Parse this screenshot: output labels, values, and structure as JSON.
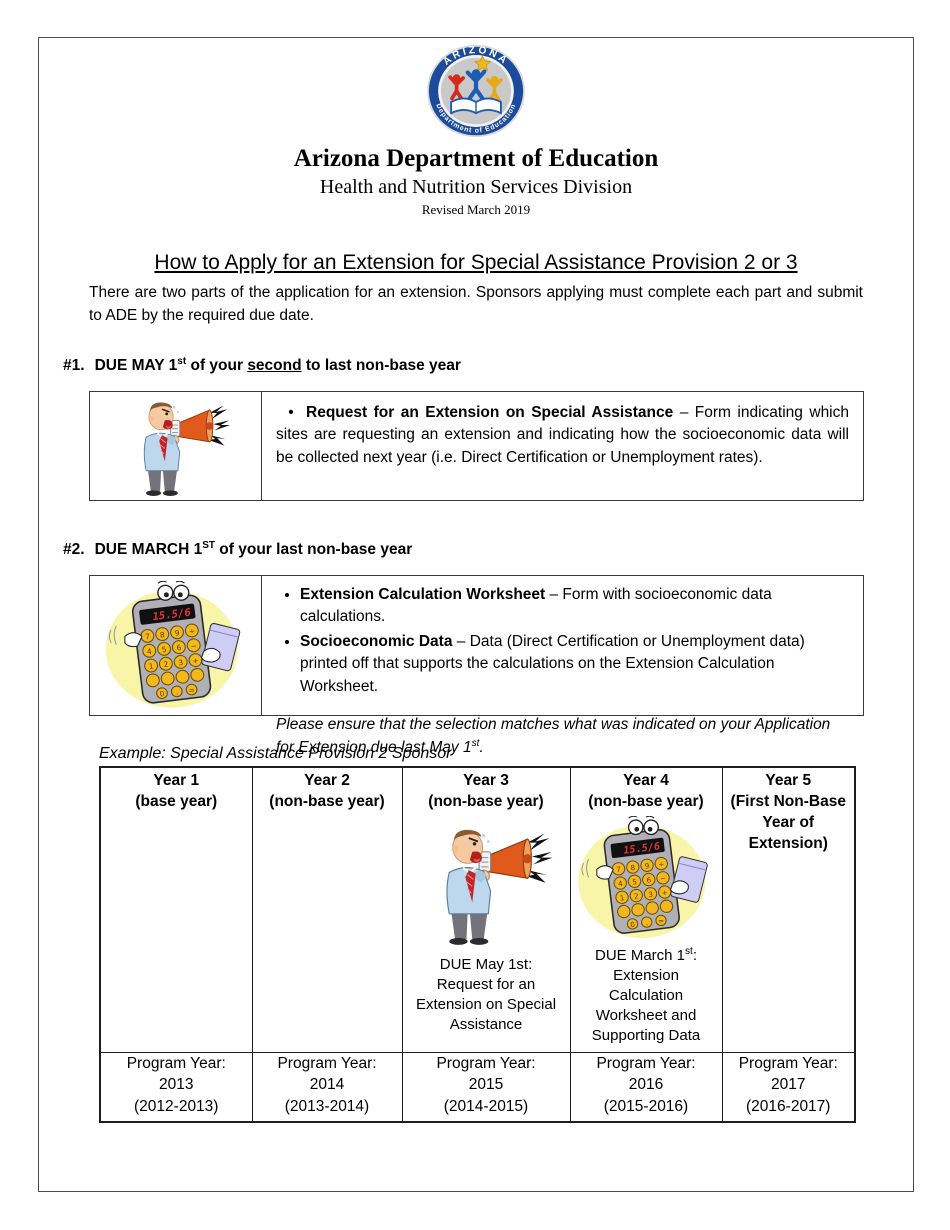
{
  "logo": {
    "arc_top": "ARIZONA",
    "arc_bottom": "Department of Education"
  },
  "header": {
    "org": "Arizona Department of Education",
    "division": "Health and Nutrition Services Division",
    "revised": "Revised March 2019"
  },
  "intro": {
    "title": "How to Apply for an Extension for Special Assistance Provision 2 or 3",
    "body": "There are two parts of the application for an extension. Sponsors applying must complete each part and submit to ADE by the required due date."
  },
  "section1": {
    "num": "#1.",
    "heading_pre": "DUE MAY 1",
    "heading_sup": "st",
    "heading_mid": " of your ",
    "heading_underline": "second",
    "heading_post": " to last non-base year",
    "image": "megaphone-man",
    "bullet": "•",
    "item_bold": "Request for an Extension on Special Assistance",
    "item_rest": " – Form indicating which sites are requesting an extension and indicating how the socioeconomic data will be collected next year (i.e. Direct Certification or Unemployment rates)."
  },
  "section2": {
    "num": "#2.",
    "heading_pre": "DUE MARCH 1",
    "heading_sup": "ST",
    "heading_post": " of your last non-base year",
    "image": "calculator-with-notepad",
    "items": [
      {
        "bold": "Extension Calculation Worksheet",
        "rest": " – Form with socioeconomic data calculations."
      },
      {
        "bold": "Socioeconomic Data",
        "rest": " –  Data (Direct Certification or Unemployment data) printed off that supports the calculations on the Extension Calculation Worksheet."
      }
    ],
    "note_pre": "Please ensure that the selection matches what was indicated on your Application for Extension due last May 1",
    "note_sup": "st",
    "note_post": "."
  },
  "example": {
    "caption": "Example: Special Assistance Provision 2 Sponsor",
    "columns": [
      {
        "year": "Year 1",
        "type": "(base year)",
        "program_label": "Program Year:",
        "program_year": "2013",
        "program_range": "(2012-2013)"
      },
      {
        "year": "Year 2",
        "type": "(non-base year)",
        "program_label": "Program Year:",
        "program_year": "2014",
        "program_range": "(2013-2014)"
      },
      {
        "year": "Year 3",
        "type": "(non-base year)",
        "image": "megaphone-man",
        "due_lines": [
          "DUE May 1st:",
          "Request for an",
          "Extension on Special",
          "Assistance"
        ],
        "program_label": "Program Year:",
        "program_year": "2015",
        "program_range": "(2014-2015)"
      },
      {
        "year": "Year 4",
        "type": "(non-base year)",
        "image": "calculator-with-notepad",
        "due_pre": "DUE March 1",
        "due_sup": "st",
        "due_colon": ":",
        "due_lines": [
          "Extension",
          "Calculation",
          "Worksheet and",
          "Supporting Data"
        ],
        "program_label": "Program Year:",
        "program_year": "2016",
        "program_range": "(2015-2016)"
      },
      {
        "year": "Year 5",
        "type": "(First Non-Base Year of Extension)",
        "program_label": "Program Year:",
        "program_year": "2017",
        "program_range": "(2016-2017)"
      }
    ]
  },
  "colors": {
    "logo_blue": "#1c4b9c",
    "megaphone_orange": "#e05a1c",
    "shirt_blue": "#bdd7ec",
    "tie_red": "#c22526",
    "calculator_button_gold": "#f2b81e",
    "blob_yellow": "#f8f4a8",
    "notepad_lavender": "#cfcdf5",
    "display_red": "#e23333"
  }
}
